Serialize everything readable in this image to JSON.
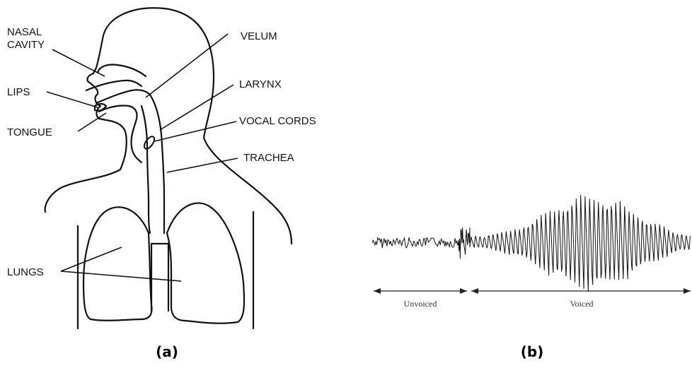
{
  "panel_a": {
    "labels": {
      "nasal_cavity_line1": "NASAL",
      "nasal_cavity_line2": "CAVITY",
      "lips": "LIPS",
      "tongue": "TONGUE",
      "lungs": "LUNGS",
      "velum": "VELUM",
      "larynx": "LARYNX",
      "vocal_cords": "VOCAL CORDS",
      "trachea": "TRACHEA"
    },
    "caption": "(a)"
  },
  "panel_b": {
    "segments": {
      "unvoiced": "Unvoiced",
      "voiced": "Voiced"
    },
    "caption": "(b)"
  }
}
